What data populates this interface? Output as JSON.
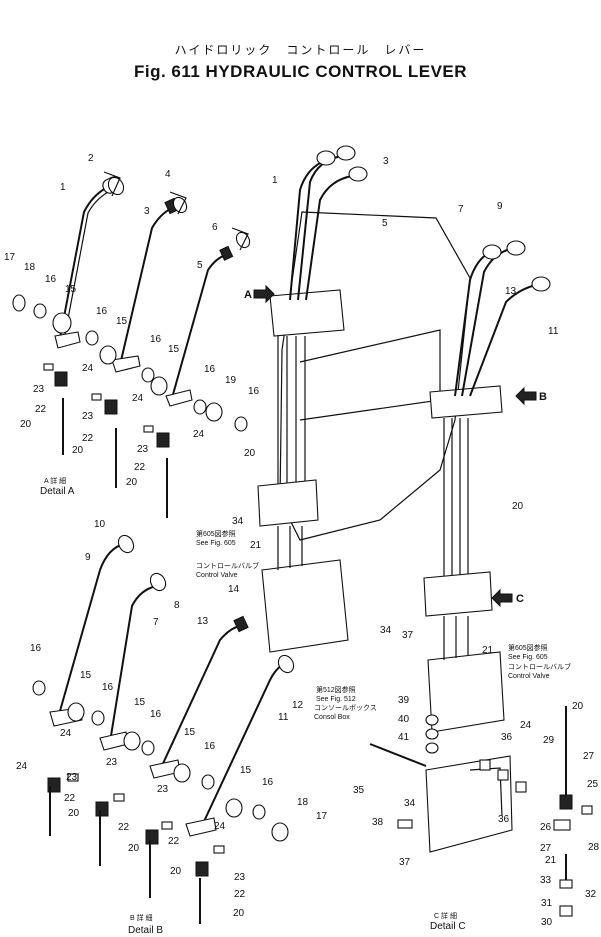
{
  "title_jp": "ハイドロリック　コントロール　レバー",
  "title_en": "Fig. 611 HYDRAULIC CONTROL LEVER",
  "details": [
    {
      "jp": "A 詳 細",
      "en": "Detail A"
    },
    {
      "jp": "B 詳 細",
      "en": "Detail B"
    },
    {
      "jp": "C 詳 細",
      "en": "Detail C"
    }
  ],
  "views": [
    "A",
    "B",
    "C"
  ],
  "references": [
    {
      "jp": "第605図参照",
      "en": "See Fig. 605",
      "jp2": "コントロールバルブ",
      "en2": "Control Valve"
    },
    {
      "jp": "第512図参照",
      "en": "See Fig. 512",
      "jp2": "コンソールボックス",
      "en2": "Consol Box"
    },
    {
      "jp": "第605図参照",
      "en": "See Fig. 605",
      "jp2": "コントロールバルブ",
      "en2": "Control Valve"
    }
  ],
  "callouts": [
    "1",
    "2",
    "3",
    "4",
    "5",
    "6",
    "7",
    "8",
    "9",
    "10",
    "11",
    "12",
    "13",
    "14",
    "15",
    "16",
    "17",
    "18",
    "19",
    "20",
    "21",
    "22",
    "23",
    "24",
    "25",
    "26",
    "27",
    "28",
    "29",
    "30",
    "31",
    "32",
    "33",
    "34",
    "35",
    "36",
    "37",
    "38",
    "39",
    "40",
    "41"
  ]
}
